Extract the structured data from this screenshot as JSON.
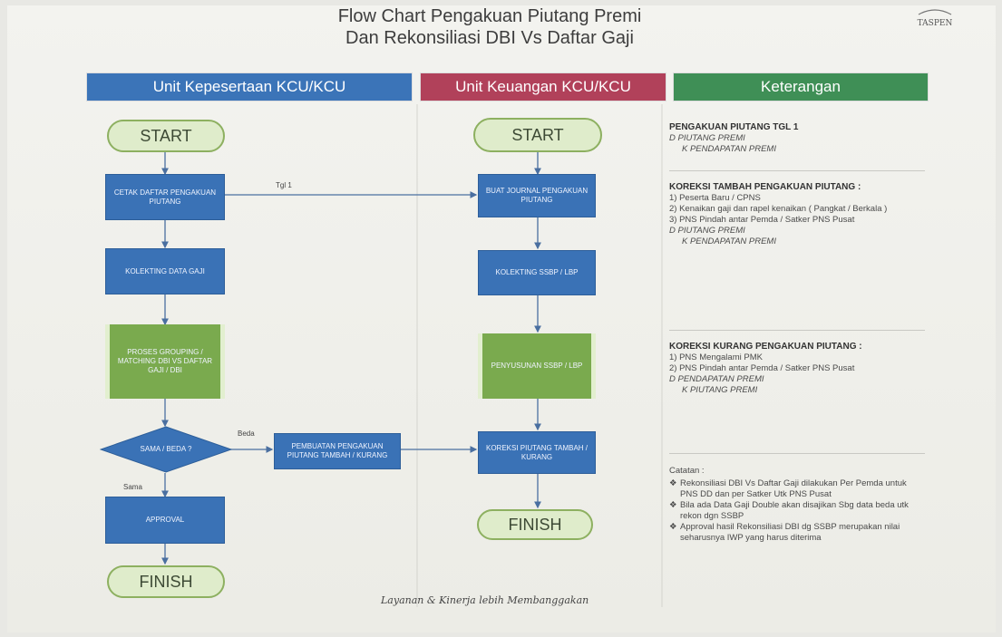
{
  "title": {
    "line1": "Flow Chart Pengakuan Piutang Premi",
    "line2": "Dan Rekonsiliasi DBI Vs Daftar Gaji"
  },
  "logo_text": "TASPEN",
  "headers": {
    "col1": "Unit Kepesertaan KCU/KCU",
    "col2": "Unit Keuangan KCU/KCU",
    "col3": "Keterangan"
  },
  "colors": {
    "header1": "#3b74b8",
    "header2": "#b1415a",
    "header3": "#3f8f56",
    "process_blue": "#3a72b6",
    "process_green": "#7aaa4e",
    "terminator_fill": "#dfeccb"
  },
  "flow_left": {
    "start": "START",
    "step1": "CETAK DAFTAR PENGAKUAN PIUTANG",
    "step2": "KOLEKTING DATA GAJI",
    "step3": "PROSES GROUPING / MATCHING DBI VS DAFTAR GAJI / DBI",
    "decision": "SAMA / BEDA ?",
    "label_beda": "Beda",
    "label_sama": "Sama",
    "approval": "APPROVAL",
    "finish": "FINISH"
  },
  "flow_mid": {
    "adjust": "PEMBUATAN PENGAKUAN PIUTANG TAMBAH / KURANG",
    "label_tgl1": "Tgl 1"
  },
  "flow_right": {
    "start": "START",
    "step1": "BUAT JOURNAL PENGAKUAN PIUTANG",
    "step2": "KOLEKTING SSBP / LBP",
    "step3": "PENYUSUNAN SSBP / LBP",
    "step4": "KOREKSI PIUTANG TAMBAH / KURANG",
    "finish": "FINISH"
  },
  "notes": {
    "sec1_title": "PENGAKUAN PIUTANG TGL 1",
    "sec1_debit": "D  PIUTANG PREMI",
    "sec1_credit": "K  PENDAPATAN PREMI",
    "sec2_title": "KOREKSI TAMBAH PENGAKUAN PIUTANG :",
    "sec2_items": [
      "1)   Peserta Baru / CPNS",
      "2)   Kenaikan gaji dan rapel kenaikan ( Pangkat / Berkala )",
      "3)   PNS Pindah antar Pemda / Satker PNS Pusat"
    ],
    "sec2_debit": "D  PIUTANG PREMI",
    "sec2_credit": "K  PENDAPATAN PREMI",
    "sec3_title": "KOREKSI KURANG PENGAKUAN PIUTANG :",
    "sec3_items": [
      "1)   PNS Mengalami PMK",
      "2)   PNS Pindah antar Pemda / Satker PNS Pusat"
    ],
    "sec3_debit": "D  PENDAPATAN PREMI",
    "sec3_credit": "K  PIUTANG PREMI",
    "catatan_title": "Catatan :",
    "catatan_items": [
      "Rekonsiliasi DBI Vs Daftar Gaji dilakukan Per Pemda untuk PNS DD dan per Satker Utk PNS Pusat",
      "Bila ada Data Gaji Double akan disajikan Sbg data beda utk rekon dgn SSBP",
      "Approval hasil Rekonsiliasi DBI dg SSBP merupakan nilai seharusnya IWP yang harus diterima"
    ]
  },
  "signature": "Layanan & Kinerja lebih Membanggakan"
}
